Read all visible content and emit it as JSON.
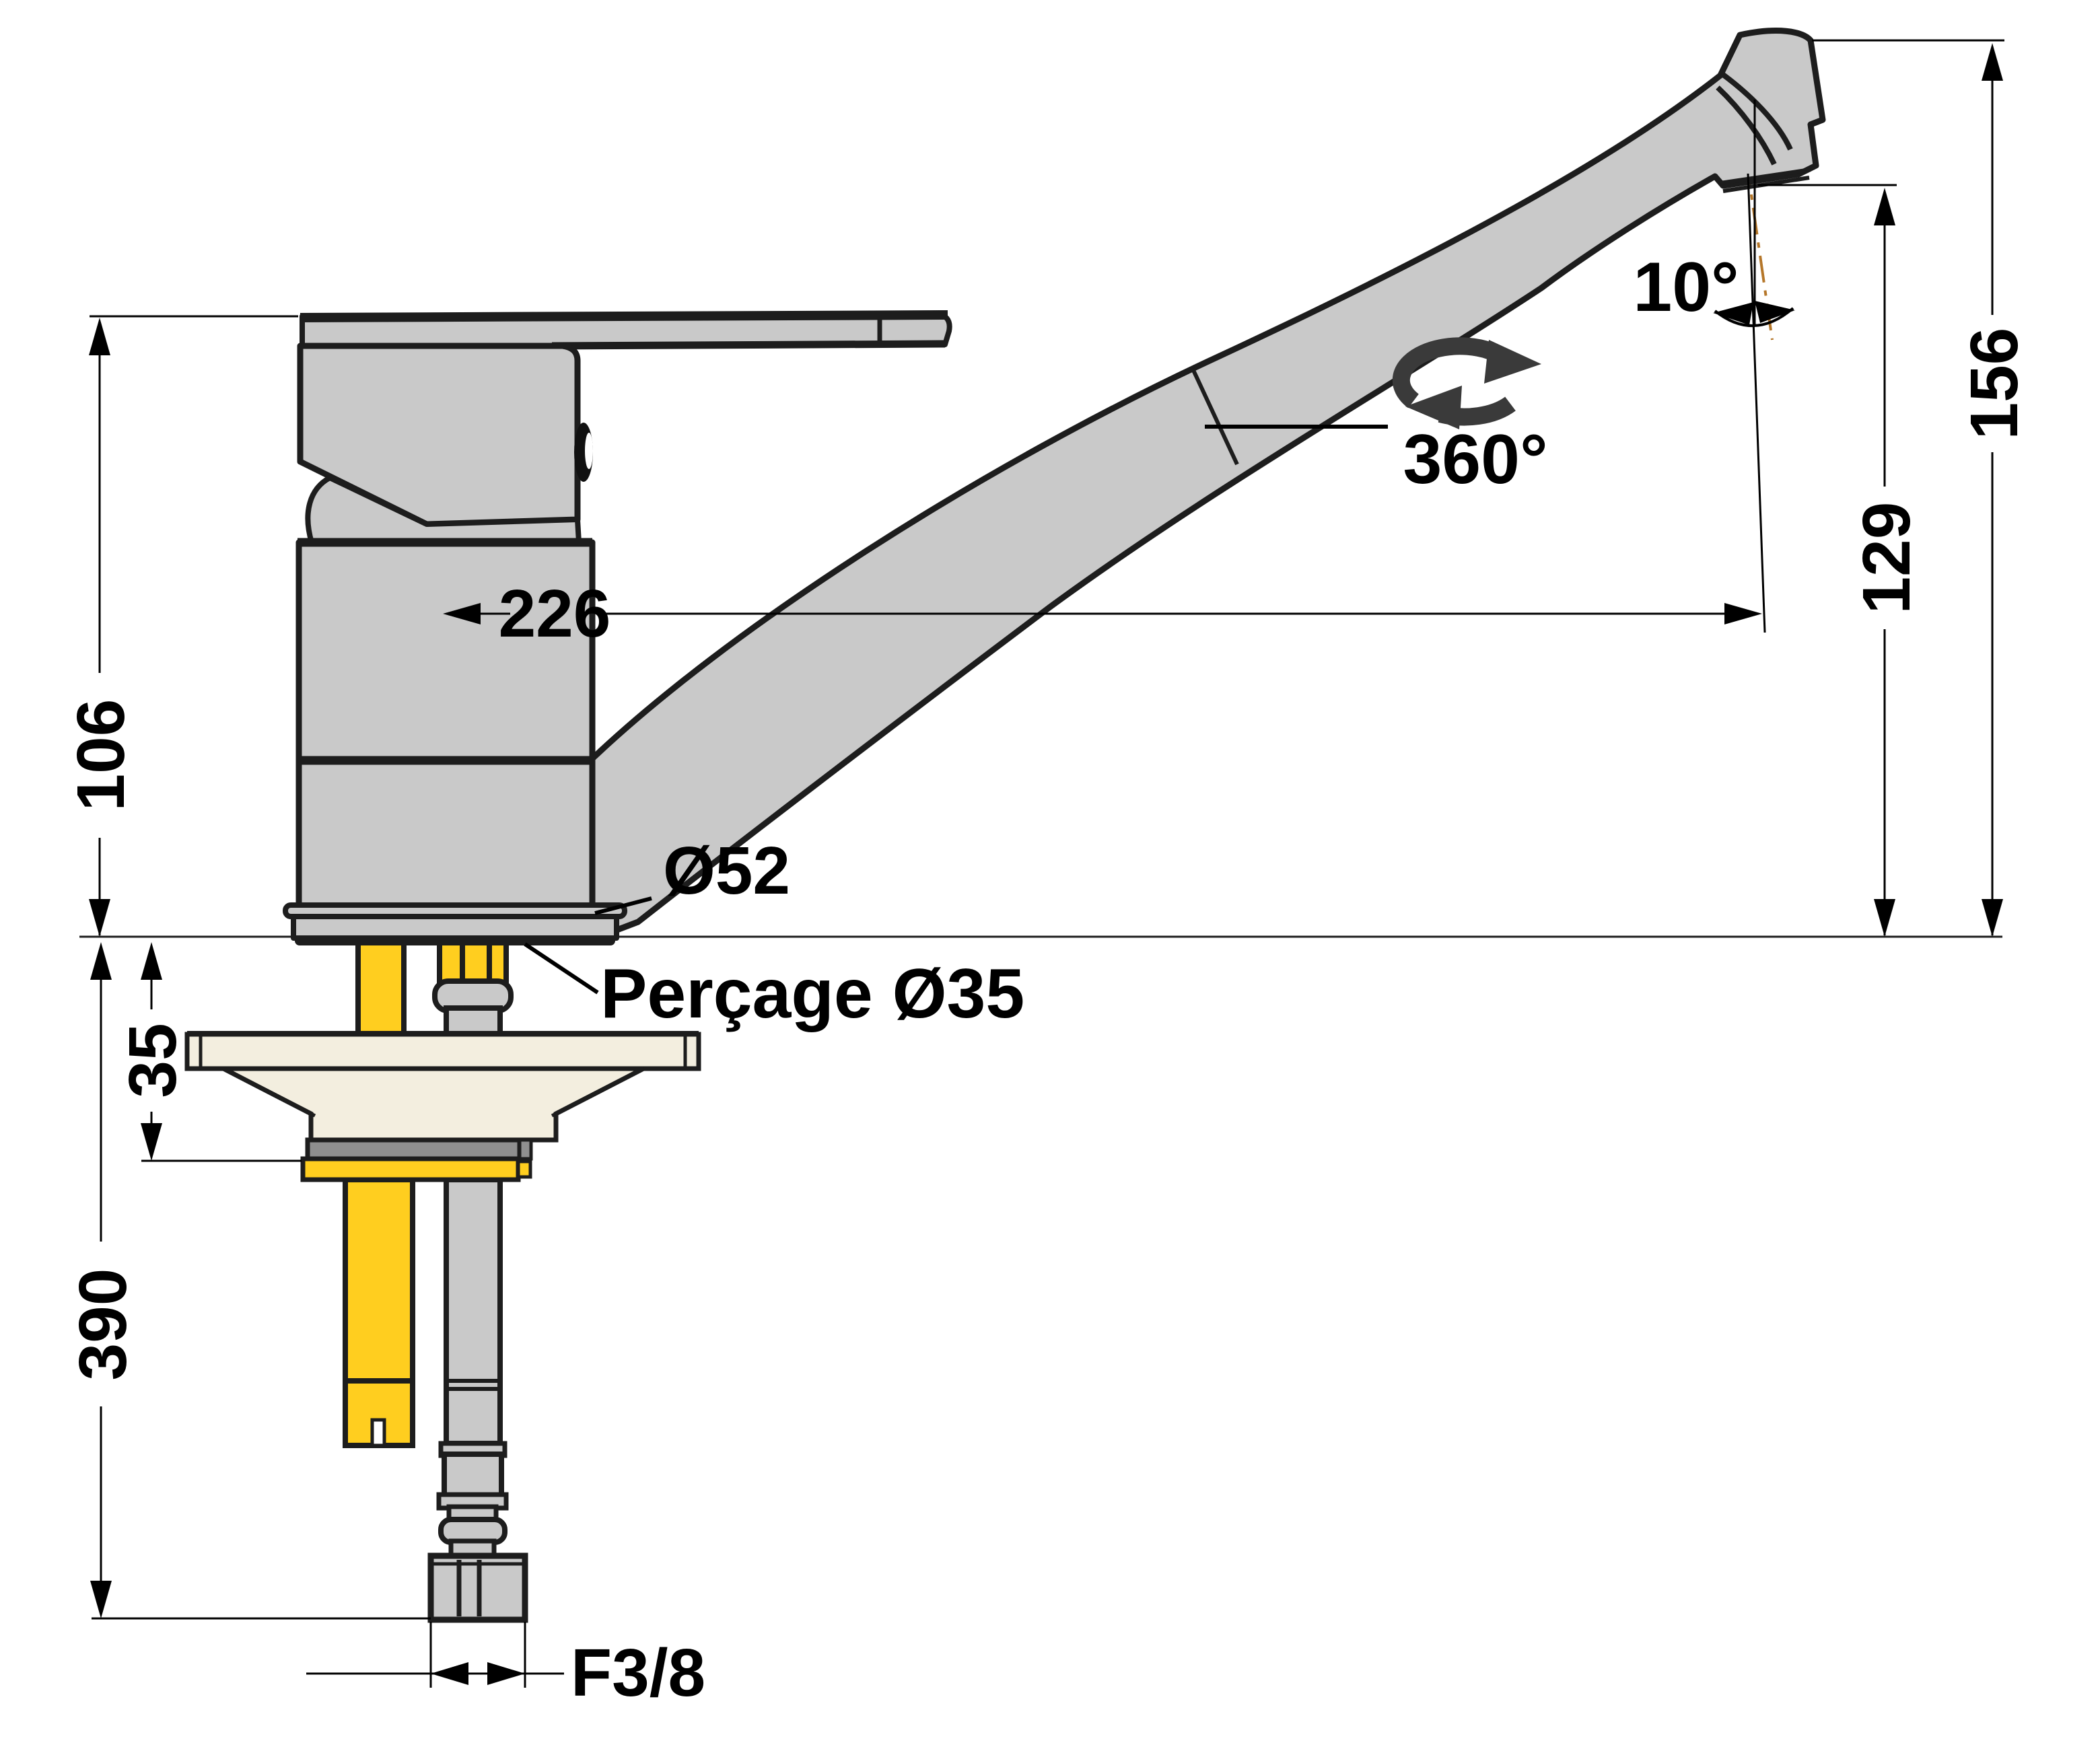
{
  "drawing": {
    "title_note": "Faucet technical dimension drawing",
    "dimensions": {
      "body_height": "106",
      "deck_clamp": "35",
      "below_deck_length": "390",
      "spout_reach": "226",
      "outlet_height": "129",
      "total_height": "156"
    },
    "angles": {
      "outlet_tilt": "10°",
      "swivel": "360°"
    },
    "callouts": {
      "base_diameter": "Ø52",
      "drill_hole": "Perçage Ø35",
      "connection_thread": "F3/8"
    },
    "colors": {
      "body_grey": "#c9c9c9",
      "outline": "#1d1d1d",
      "brass_yellow": "#ffce1f",
      "plastic_cream": "#f3eedf",
      "washer_grey": "#8f8f8f",
      "centerline_orange": "#b5772a",
      "dimension_black": "#000000"
    }
  }
}
